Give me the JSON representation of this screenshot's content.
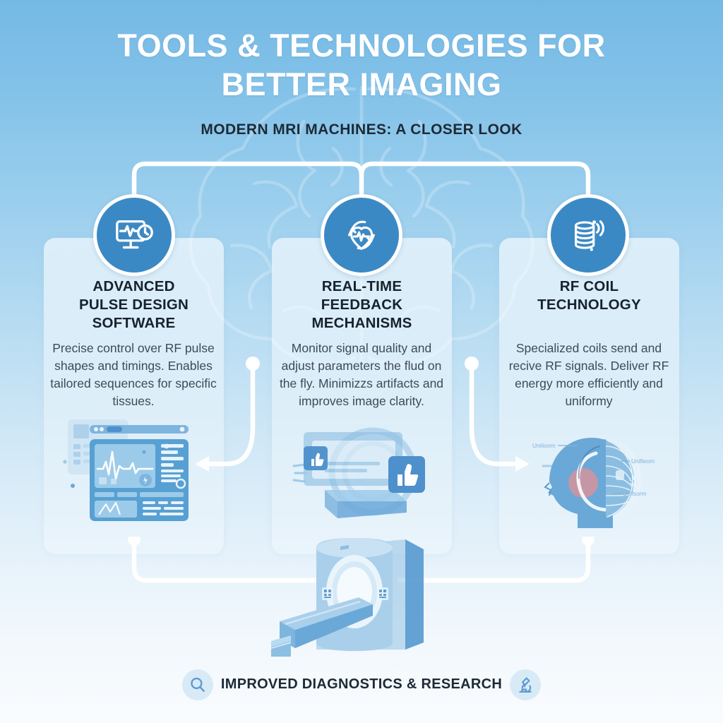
{
  "header": {
    "title_line1": "TOOLS & TECHNOLOGIES FOR",
    "title_line2": "BETTER IMAGING",
    "subtitle": "MODERN MRI MACHINES: A CLOSER LOOK"
  },
  "columns": [
    {
      "icon": "monitor-pulse-timer-icon",
      "title_line1": "ADVANCED",
      "title_line2": "PULSE DESIGN",
      "title_line3": "SOFTWARE",
      "body": "Precise control over RF pulse shapes and timings. Enables tailored sequences for specific tissues.",
      "illustration": "pulse-design-software-dashboard"
    },
    {
      "icon": "heart-pulse-refresh-icon",
      "title_line1": "REAL-TIME",
      "title_line2": "FEEDBACK",
      "title_line3": "MECHANISMS",
      "body": "Monitor signal quality and adjust parameters the flud on the fly. Minimizzs artifacts and improves image clarity.",
      "illustration": "mri-with-thumbs-up-feedback"
    },
    {
      "icon": "rf-coil-signal-icon",
      "title_line1": "RF COIL",
      "title_line2": "TECHNOLOGY",
      "title_line3": "",
      "body": "Specialized coils send and recive RF signals. Deliver RF energy more efficiently and uniformy",
      "illustration": "head-with-rf-coil-mesh"
    }
  ],
  "illustration_labels": {
    "coil_label_1": "Unilionm",
    "coil_label_2": "Unifieom",
    "coil_label_3": "Unifsorm"
  },
  "center_graphic": {
    "name": "mri-scanner"
  },
  "footer": {
    "left_icon": "magnifier-icon",
    "right_icon": "microscope-icon",
    "text": "IMPROVED DIAGNOSTICS & RESEARCH"
  },
  "colors": {
    "background_top": "#74b9e5",
    "background_bottom": "#f9fcfe",
    "badge_blue": "#3b89c4",
    "title_white": "#ffffff",
    "heading_dark": "#17222c",
    "body_gray": "#3d4b57",
    "illustration_blue": "#6aa8d8",
    "accent_pink": "#d49aa6",
    "connector_white": "#ffffff"
  }
}
